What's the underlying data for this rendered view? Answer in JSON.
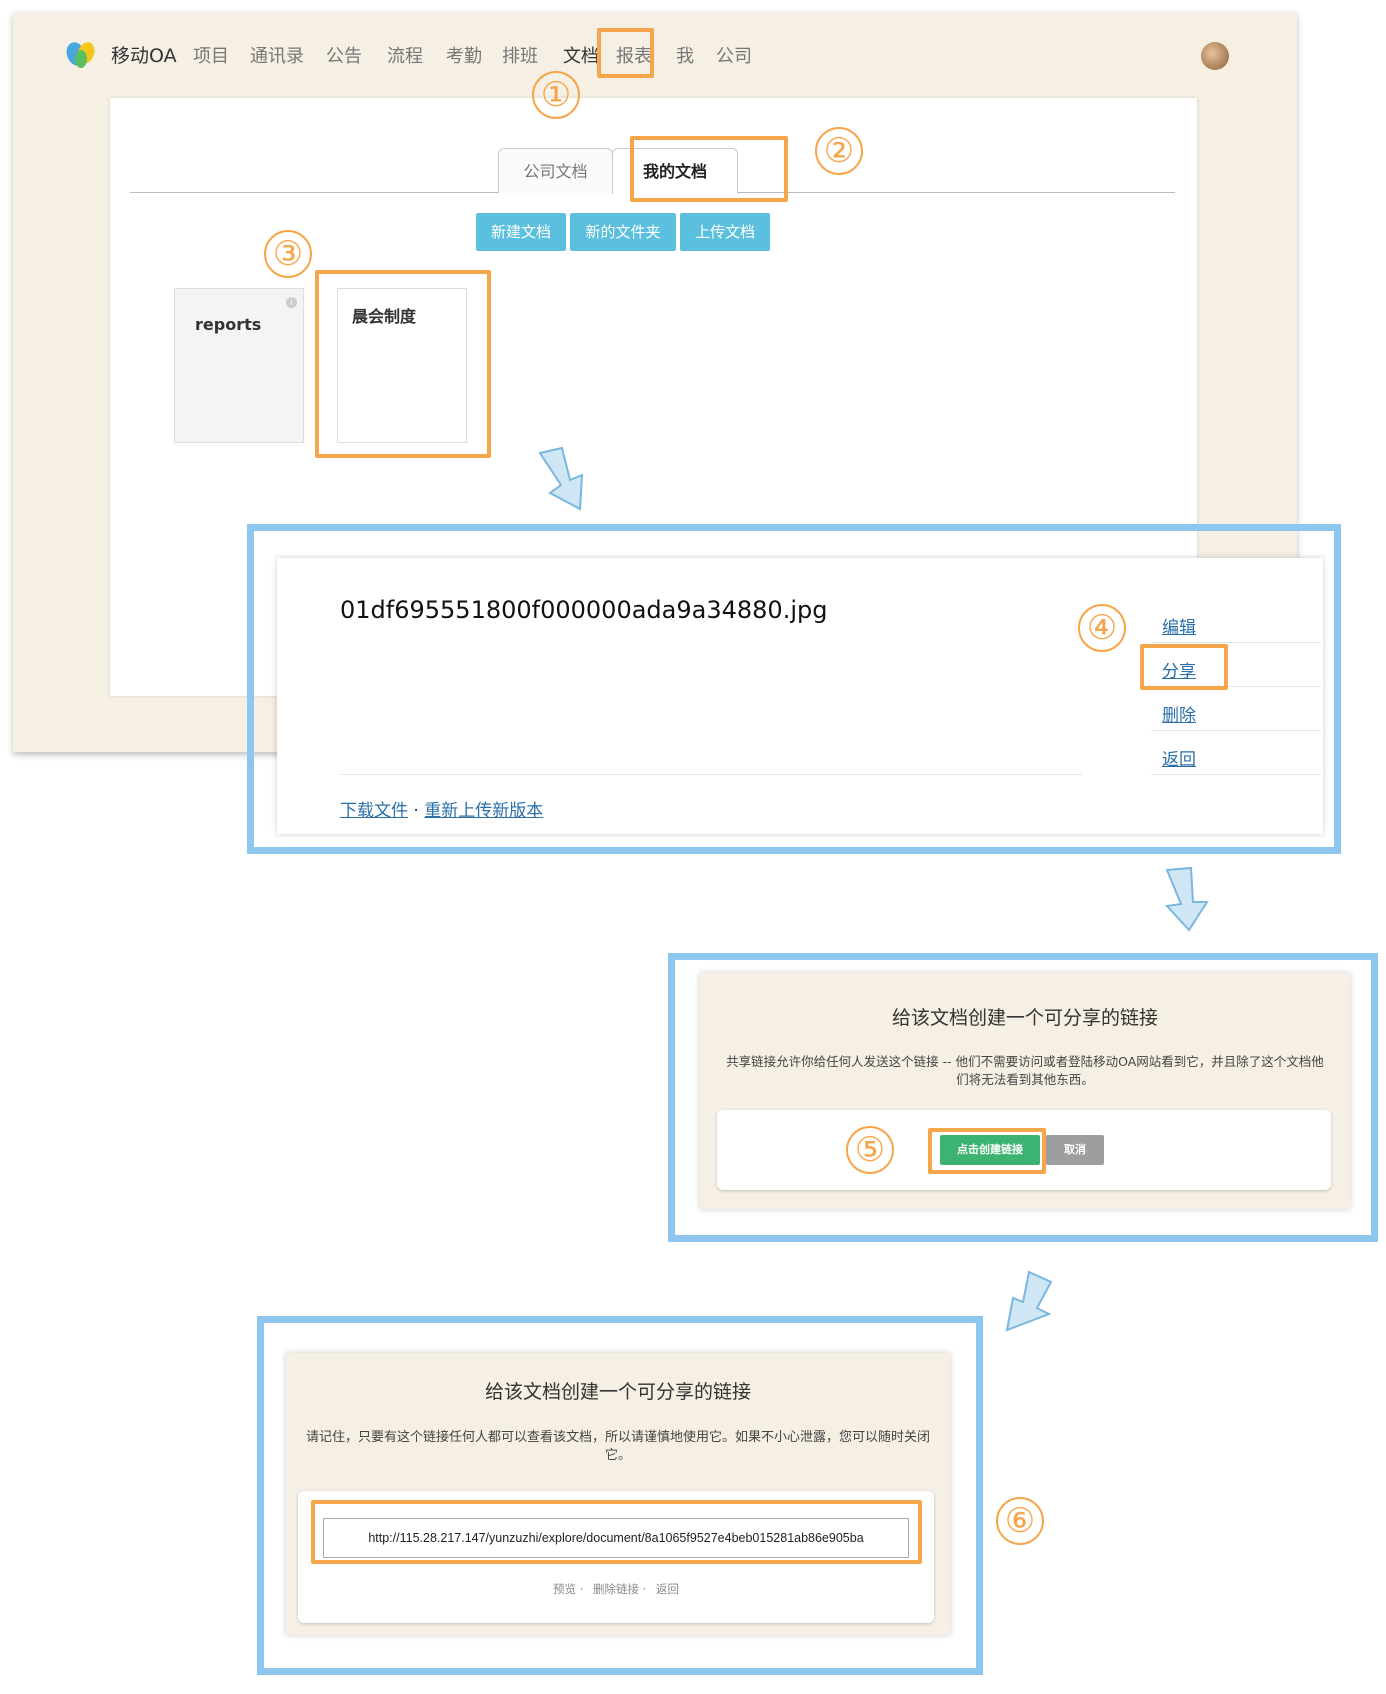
{
  "app": {
    "name": "移动OA",
    "nav": [
      "项目",
      "通讯录",
      "公告",
      "流程",
      "考勤",
      "排班",
      "文档",
      "报表",
      "我",
      "公司"
    ],
    "active_nav": "文档"
  },
  "steps": [
    "①",
    "②",
    "③",
    "④",
    "⑤",
    "⑥"
  ],
  "documents": {
    "tabs": [
      "公司文档",
      "我的文档"
    ],
    "active_tab": "我的文档",
    "buttons": [
      "新建文档",
      "新的文件夹",
      "上传文档"
    ],
    "folders": [
      "reports",
      "晨会制度"
    ]
  },
  "file_view": {
    "filename": "01df695551800f000000ada9a34880.jpg",
    "actions": [
      "编辑",
      "分享",
      "删除",
      "返回"
    ],
    "download_link": "下载文件",
    "separator": "·",
    "reupload_link": "重新上传新版本"
  },
  "share_dialog": {
    "title": "给该文档创建一个可分享的链接",
    "description": "共享链接允许你给任何人发送这个链接 -- 他们不需要访问或者登陆移动OA网站看到它，并且除了这个文档他们将无法看到其他东西。",
    "create_button": "点击创建链接",
    "cancel_button": "取消"
  },
  "share_result": {
    "title": "给该文档创建一个可分享的链接",
    "description": "请记住，只要有这个链接任何人都可以查看该文档，所以请谨慎地使用它。如果不小心泄露，您可以随时关闭它。",
    "url": "http://115.28.217.147/yunzuzhi/explore/document/8a1065f9527e4beb015281ab86e905ba",
    "links": [
      "预览",
      "删除链接",
      "返回"
    ],
    "link_separator": "·"
  },
  "colors": {
    "highlight_orange": "#f7a54a",
    "highlight_blue": "#8dc6ee",
    "panel_beige": "#f5efe4",
    "button_blue": "#5bc0de",
    "button_green": "#3cb371",
    "link_blue": "#2a6fa8"
  }
}
